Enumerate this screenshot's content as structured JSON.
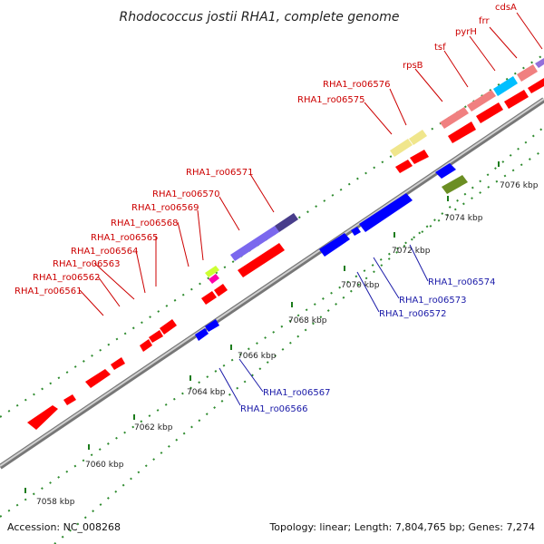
{
  "title": "Rhodococcus jostii RHA1, complete genome",
  "footer": {
    "accession": "Accession: NC_008268",
    "summary": "Topology: linear; Length: 7,804,765 bp; Genes: 7,274"
  },
  "colors": {
    "forward": "#ff0000",
    "reverse": "#0000ff",
    "forward_label": "#cc0000",
    "reverse_label": "#1a1aa8",
    "dotted_track": "#2e8b2e",
    "backbone": "#888888"
  },
  "kbp_labels": [
    "7058 kbp",
    "7060 kbp",
    "7062 kbp",
    "7064 kbp",
    "7066 kbp",
    "7068 kbp",
    "7070 kbp",
    "7072 kbp",
    "7074 kbp",
    "7076 kbp"
  ],
  "forward_gene_labels": [
    "RHA1_ro06561",
    "RHA1_ro06562",
    "RHA1_ro06563",
    "RHA1_ro06564",
    "RHA1_ro06565",
    "RHA1_ro06568",
    "RHA1_ro06569",
    "RHA1_ro06570",
    "RHA1_ro06571",
    "RHA1_ro06575",
    "RHA1_ro06576",
    "rpsB",
    "tsf",
    "pyrH",
    "frr",
    "cdsA"
  ],
  "reverse_gene_labels": [
    "RHA1_ro06566",
    "RHA1_ro06567",
    "RHA1_ro06572",
    "RHA1_ro06573",
    "RHA1_ro06574"
  ]
}
